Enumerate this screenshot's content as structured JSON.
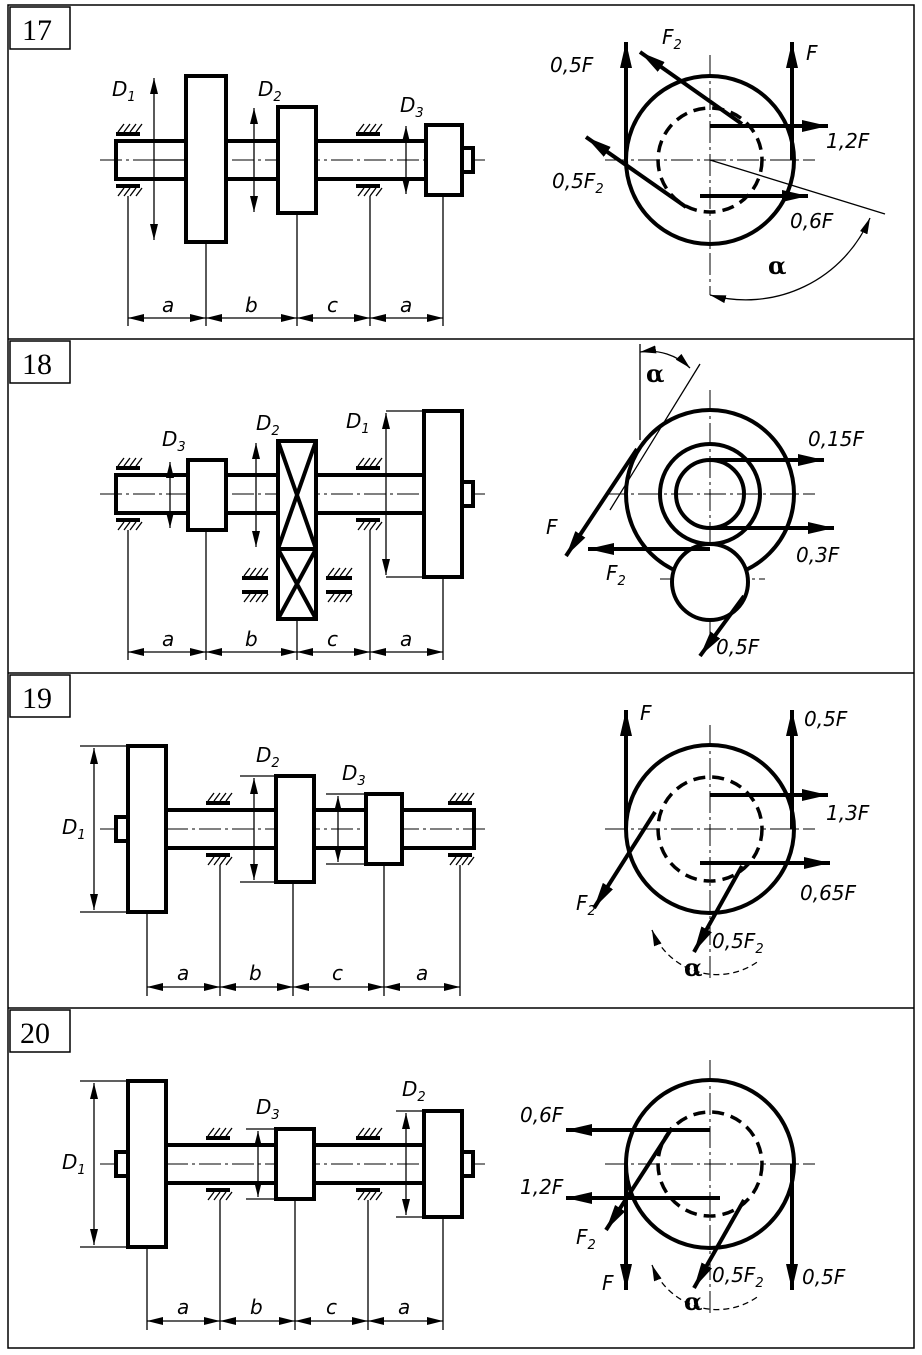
{
  "panels": [
    {
      "number": "17",
      "shaft_labels": {
        "D1": [
          "D",
          "1"
        ],
        "D2": [
          "D",
          "2"
        ],
        "D3": [
          "D",
          "3"
        ]
      },
      "dims": [
        "a",
        "b",
        "c",
        "a"
      ],
      "forces": {
        "half_F": "0,5F",
        "F2": [
          "F",
          "2"
        ],
        "F": "F",
        "f_1_2": "1,2F",
        "half_F2": [
          "0,5F",
          "2"
        ],
        "f_0_6": "0,6F",
        "alpha": "α"
      }
    },
    {
      "number": "18",
      "shaft_labels": {
        "D3": [
          "D",
          "3"
        ],
        "D2": [
          "D",
          "2"
        ],
        "D1": [
          "D",
          "1"
        ]
      },
      "dims": [
        "a",
        "b",
        "c",
        "a"
      ],
      "forces": {
        "alpha": "α",
        "f_0_15": "0,15F",
        "F": "F",
        "f_0_3": "0,3F",
        "F2": [
          "F",
          "2"
        ],
        "half_F": "0,5F"
      }
    },
    {
      "number": "19",
      "shaft_labels": {
        "D1": [
          "D",
          "1"
        ],
        "D2": [
          "D",
          "2"
        ],
        "D3": [
          "D",
          "3"
        ]
      },
      "dims": [
        "a",
        "b",
        "c",
        "a"
      ],
      "forces": {
        "F": "F",
        "half_F": "0,5F",
        "f_1_3": "1,3F",
        "f_0_65": "0,65F",
        "F2": [
          "F",
          "2"
        ],
        "half_F2": [
          "0,5F",
          "2"
        ],
        "alpha": "α"
      }
    },
    {
      "number": "20",
      "shaft_labels": {
        "D1": [
          "D",
          "1"
        ],
        "D3": [
          "D",
          "3"
        ],
        "D2": [
          "D",
          "2"
        ]
      },
      "dims": [
        "a",
        "b",
        "c",
        "a"
      ],
      "forces": {
        "f_0_6": "0,6F",
        "f_1_2": "1,2F",
        "F2": [
          "F",
          "2"
        ],
        "F": "F",
        "half_F2": [
          "0,5F",
          "2"
        ],
        "half_F": "0,5F",
        "alpha": "α"
      }
    }
  ]
}
